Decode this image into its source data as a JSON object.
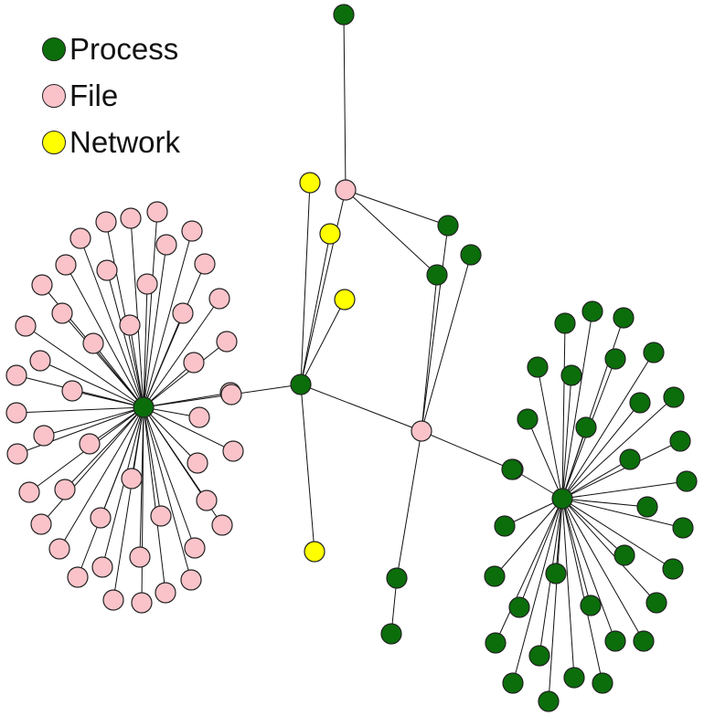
{
  "legend": [
    {
      "label": "Process",
      "type": "process"
    },
    {
      "label": "File",
      "type": "file"
    },
    {
      "label": "Network",
      "type": "network"
    }
  ],
  "colors": {
    "process": "#0b6e0b",
    "file": "#f9c3c9",
    "network": "#ffff00",
    "edge": "#111111",
    "stroke": "#222222"
  }
}
